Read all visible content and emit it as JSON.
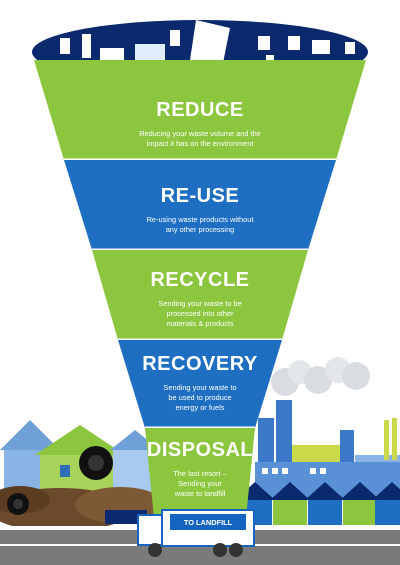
{
  "colors": {
    "green": "#8cc63f",
    "blue": "#1e6fc2",
    "dark_blue": "#0b2a6e",
    "sky": "#ffffff",
    "building_blue": "#3c78c8",
    "house_green": "#8cc63f",
    "road": "#7a7a7a",
    "truck_blue": "#1565c0"
  },
  "tiers": [
    {
      "title": "REDUCE",
      "description": [
        "Reducing your waste volume and the",
        "impact it has on the environment"
      ],
      "color": "green"
    },
    {
      "title": "RE-USE",
      "description": [
        "Re-using waste products without",
        "any other processing"
      ],
      "color": "blue"
    },
    {
      "title": "RECYCLE",
      "description": [
        "Sending your waste to be",
        "processed into other",
        "materials & products"
      ],
      "color": "green"
    },
    {
      "title": "RECOVERY",
      "description": [
        "Sending your waste to",
        "be used to produce",
        "energy or fuels"
      ],
      "color": "blue"
    },
    {
      "title": "DISPOSAL",
      "description": [
        "The last resort –",
        "Sending your",
        "waste to landfill"
      ],
      "color": "green"
    }
  ],
  "truck": {
    "label": "TO LANDFILL"
  },
  "icons": [
    "waste-items-icon",
    "tire-icon",
    "factory-icon",
    "truck-icon",
    "house-icon"
  ]
}
